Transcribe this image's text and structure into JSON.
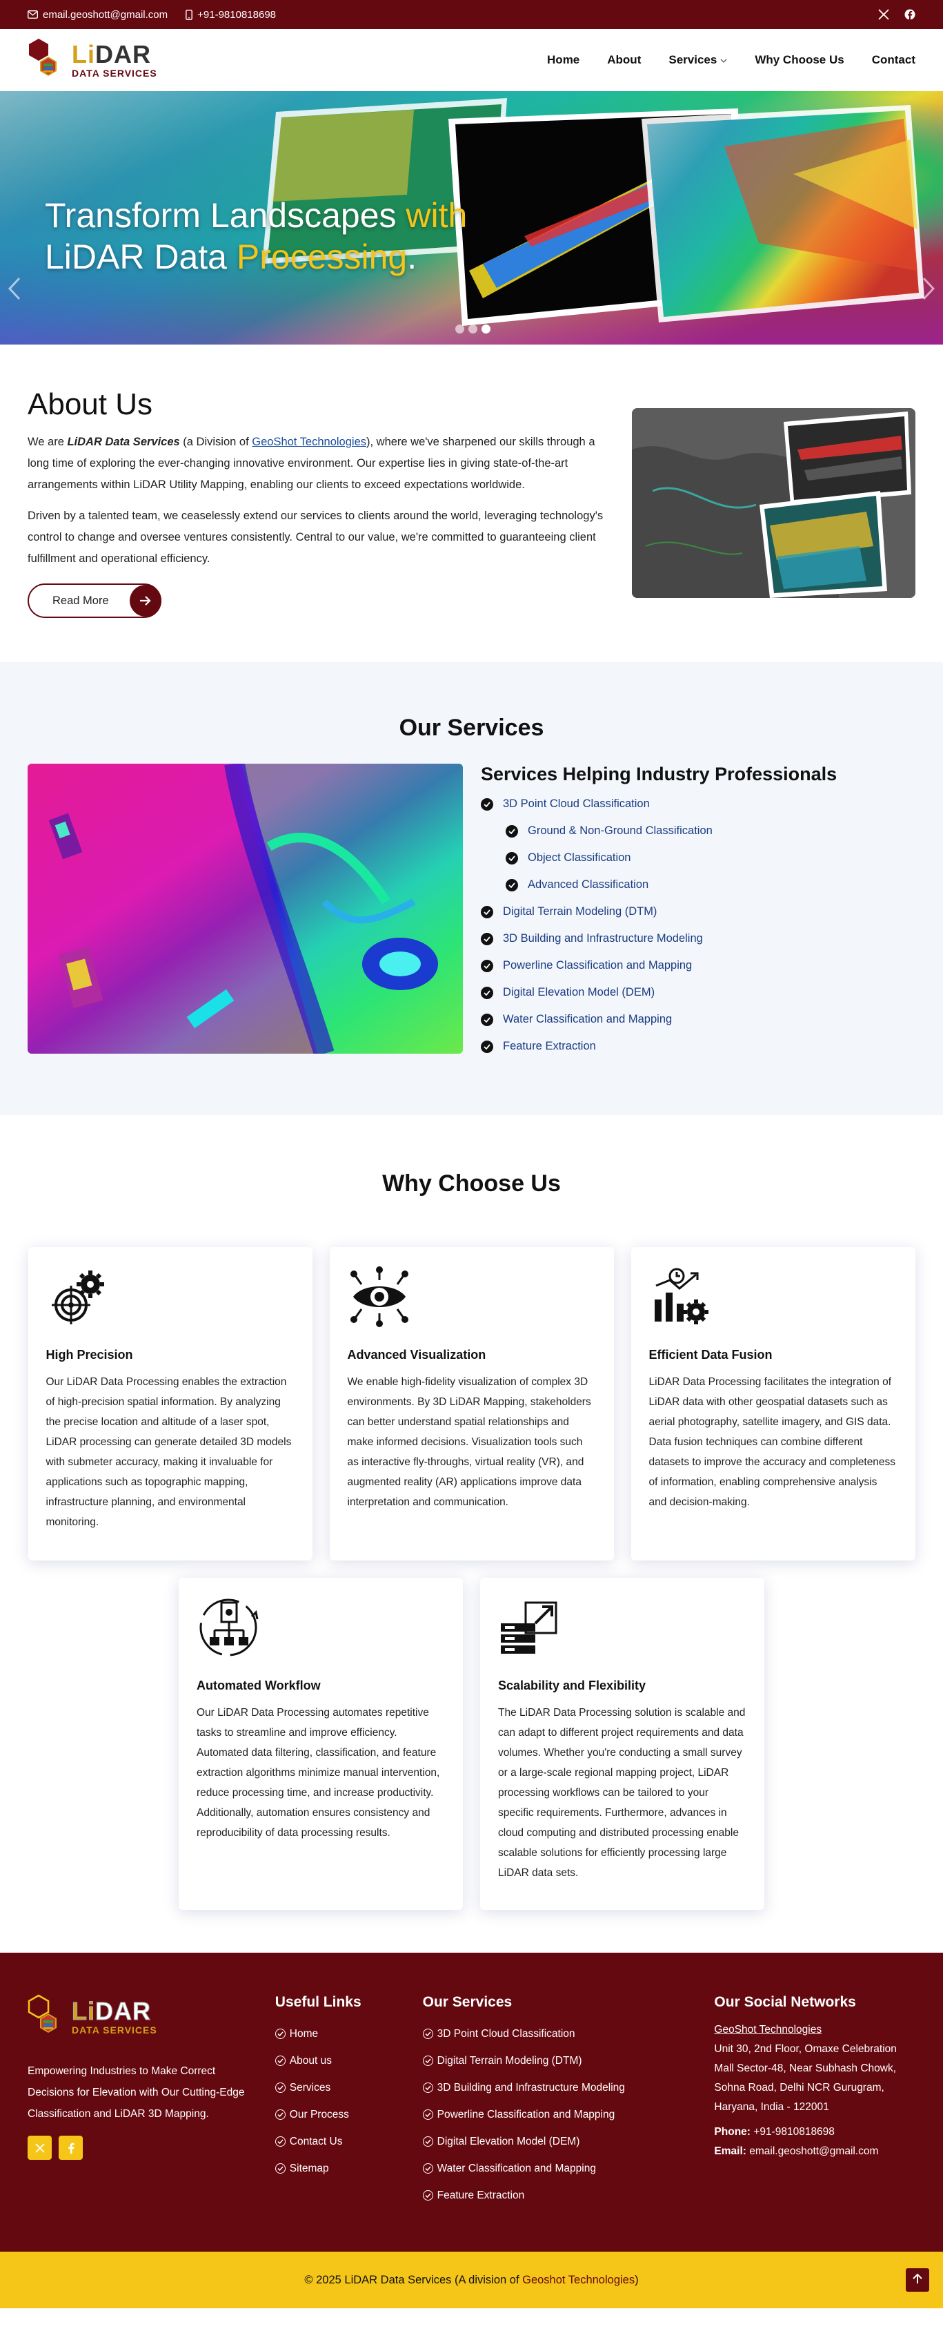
{
  "topbar": {
    "email": "email.geoshott@gmail.com",
    "phone": "+91-9810818698",
    "social_icons": [
      "x-twitter-icon",
      "facebook-icon"
    ]
  },
  "brand": {
    "name_part1": "Li",
    "name_part2": "DAR",
    "subtitle": "DATA SERVICES"
  },
  "nav": {
    "items": [
      "Home",
      "About",
      "Services",
      "Why Choose Us",
      "Contact"
    ]
  },
  "hero": {
    "title_line1_white": "Transform Landscapes ",
    "title_line1_yellow": "with",
    "title_line2_white": "LiDAR Data ",
    "title_line2_yellow": "Processing",
    "title_line2_end": ".",
    "slides": 3,
    "active_slide": 2
  },
  "about": {
    "heading": "About Us",
    "p1_pre": "We are ",
    "p1_brand": "LiDAR Data Services",
    "p1_mid": " (a Division of ",
    "p1_link": "GeoShot Technologies",
    "p1_post": "), where we've sharpened our skills through a long time of exploring the ever-changing innovative environment. Our expertise lies in giving state-of-the-art arrangements within LiDAR Utility Mapping, enabling our clients to exceed expectations worldwide.",
    "p2": "Driven by a talented team, we ceaselessly extend our services to clients around the world, leveraging technology's control to change and oversee ventures consistently. Central to our value, we're committed to guaranteeing client fulfillment and operational efficiency.",
    "read_more": "Read More"
  },
  "services": {
    "heading": "Our Services",
    "subheading": "Services Helping Industry Professionals",
    "items": [
      {
        "label": "3D Point Cloud Classification",
        "sub": false
      },
      {
        "label": "Ground & Non-Ground Classification",
        "sub": true
      },
      {
        "label": "Object Classification",
        "sub": true
      },
      {
        "label": "Advanced Classification",
        "sub": true
      },
      {
        "label": "Digital Terrain Modeling (DTM)",
        "sub": false
      },
      {
        "label": "3D Building and Infrastructure Modeling",
        "sub": false
      },
      {
        "label": "Powerline Classification and Mapping",
        "sub": false
      },
      {
        "label": "Digital Elevation Model (DEM)",
        "sub": false
      },
      {
        "label": "Water Classification and Mapping",
        "sub": false
      },
      {
        "label": "Feature Extraction",
        "sub": false
      }
    ]
  },
  "why": {
    "heading": "Why Choose Us",
    "cards": [
      {
        "title": "High Precision",
        "icon": "target-gear-icon",
        "text": "Our LiDAR Data Processing enables the extraction of high-precision spatial information. By analyzing the precise location and altitude of a laser spot, LiDAR processing can generate detailed 3D models with submeter accuracy, making it invaluable for applications such as topographic mapping, infrastructure planning, and environmental monitoring."
      },
      {
        "title": "Advanced Visualization",
        "icon": "eye-network-icon",
        "text": "We enable high-fidelity visualization of complex 3D environments. By 3D LiDAR Mapping, stakeholders can better understand spatial relationships and make informed decisions. Visualization tools such as interactive fly-throughs, virtual reality (VR), and augmented reality (AR) applications improve data interpretation and communication."
      },
      {
        "title": "Efficient Data Fusion",
        "icon": "chart-gear-icon",
        "text": "LiDAR Data Processing facilitates the integration of LiDAR data with other geospatial datasets such as aerial photography, satellite imagery, and GIS data. Data fusion techniques can combine different datasets to improve the accuracy and completeness of information, enabling comprehensive analysis and decision-making."
      },
      {
        "title": "Automated Workflow",
        "icon": "workflow-icon",
        "text": "Our LiDAR Data Processing automates repetitive tasks to streamline and improve efficiency. Automated data filtering, classification, and feature extraction algorithms minimize manual intervention, reduce processing time, and increase productivity. Additionally, automation ensures consistency and reproducibility of data processing results."
      },
      {
        "title": "Scalability and Flexibility",
        "icon": "server-scale-icon",
        "text": "The LiDAR Data Processing solution is scalable and can adapt to different project requirements and data volumes. Whether you're conducting a small survey or a large-scale regional mapping project, LiDAR processing workflows can be tailored to your specific requirements. Furthermore, advances in cloud computing and distributed processing enable scalable solutions for efficiently processing large LiDAR data sets."
      }
    ]
  },
  "footer": {
    "tagline": "Empowering Industries to Make Correct Decisions for Elevation with Our Cutting-Edge Classification and LiDAR 3D Mapping.",
    "useful_heading": "Useful Links",
    "useful_links": [
      "Home",
      "About us",
      "Services",
      "Our Process",
      "Contact Us",
      "Sitemap"
    ],
    "services_heading": "Our Services",
    "services_links": [
      "3D Point Cloud Classification",
      "Digital Terrain Modeling (DTM)",
      "3D Building and Infrastructure Modeling",
      "Powerline Classification and Mapping",
      "Digital Elevation Model (DEM)",
      "Water Classification and Mapping",
      "Feature Extraction"
    ],
    "social_heading": "Our Social Networks",
    "company": "GeoShot Technologies",
    "address": "Unit 30, 2nd Floor, Omaxe Celebration Mall Sector-48, Near Subhash Chowk, Sohna Road, Delhi NCR Gurugram, Haryana, India - 122001",
    "phone_label": "Phone:",
    "phone": "+91-9810818698",
    "email_label": "Email:",
    "email": "email.geoshott@gmail.com"
  },
  "copyright": {
    "pre": "© 2025 LiDAR Data Services (A division of ",
    "link": "Geoshot Technologies",
    "post": ")"
  },
  "colors": {
    "primary": "#650910",
    "accent": "#f5c518",
    "link": "#1a3c82"
  }
}
